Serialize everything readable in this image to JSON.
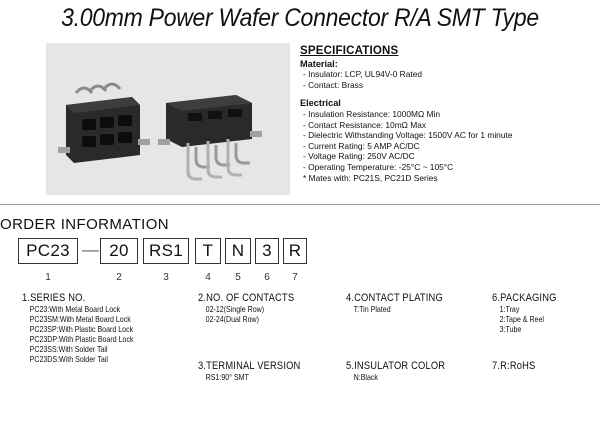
{
  "page": {
    "title": "3.00mm Power Wafer Connector R/A SMT Type"
  },
  "specifications": {
    "heading": "SPECIFICATIONS",
    "material": {
      "label": "Material:",
      "items": [
        "- Insulator: LCP, UL94V-0 Rated",
        "- Contact: Brass"
      ]
    },
    "electrical": {
      "label": "Electrical",
      "items": [
        "- Insulation Resistance: 1000MΩ Min",
        "- Contact Resistance: 10mΩ Max",
        "- Dielectric Withstanding Voltage: 1500V AC for 1 minute",
        "- Current Rating: 5 AMP AC/DC",
        "- Voltage Rating: 250V AC/DC",
        "- Operating Temperature: -25°C ~ 105°C",
        "* Mates with: PC21S, PC21D Series"
      ]
    }
  },
  "order": {
    "heading": "ORDER INFORMATION",
    "codes": [
      "PC23",
      "20",
      "RS1",
      "T",
      "N",
      "3",
      "R"
    ],
    "dash": "—",
    "indices": [
      "1",
      "2",
      "3",
      "4",
      "5",
      "6",
      "7"
    ],
    "series": {
      "title": "1.SERIES NO.",
      "lines": [
        "PC23:With Metal Board Lock",
        "PC23SM:With Metal Board Lock",
        "PC23SP:With Plastic Board Lock",
        "PC23DP:With Plastic Board Lock",
        "PC23SS:With Solder Tail",
        "PC23DS:With Solder Tail"
      ]
    },
    "contacts": {
      "title": "2.NO. OF CONTACTS",
      "lines": [
        "02-12(Single Row)",
        "02-24(Dual Row)"
      ]
    },
    "terminal": {
      "title": "3.TERMINAL VERSION",
      "lines": [
        "RS1:90° SMT"
      ]
    },
    "plating": {
      "title": "4.CONTACT PLATING",
      "lines": [
        "T:Tin Plated"
      ]
    },
    "insulator": {
      "title": "5.INSULATOR COLOR",
      "lines": [
        "N:Black"
      ]
    },
    "packaging": {
      "title": "6.PACKAGING",
      "lines": [
        "1:Tray",
        "2:Tape & Reel",
        "3:Tube"
      ]
    },
    "rohs": {
      "title": "7.R:RoHS"
    }
  }
}
